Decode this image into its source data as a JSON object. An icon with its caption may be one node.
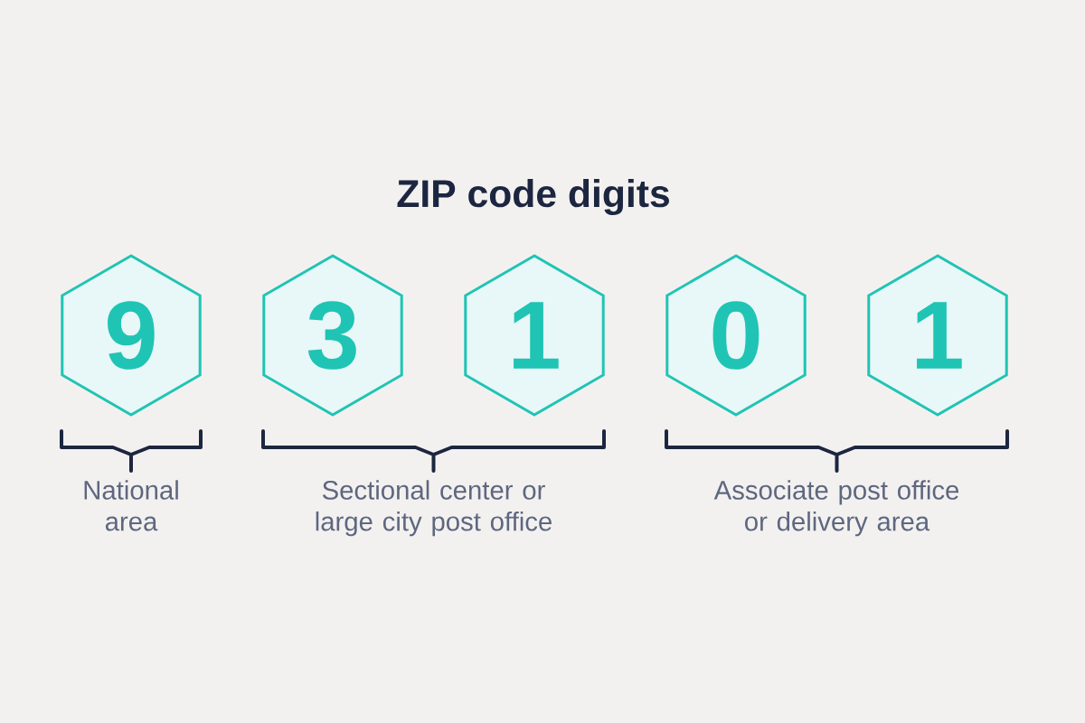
{
  "diagram": {
    "title": "ZIP code digits",
    "nodes": [
      {
        "text": [
          "9"
        ]
      },
      {
        "text": [
          "3"
        ]
      },
      {
        "text": [
          "1"
        ]
      },
      {
        "text": [
          "0"
        ]
      },
      {
        "text": [
          "1"
        ]
      }
    ],
    "labels": [
      "National area",
      "Sectional center or large city post office",
      "Associate post office or delivery area"
    ]
  }
}
